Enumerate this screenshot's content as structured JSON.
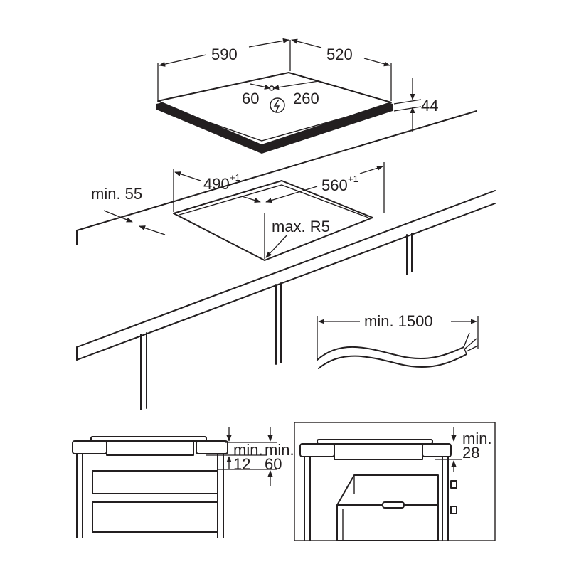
{
  "colors": {
    "line": "#231f20",
    "background": "#ffffff"
  },
  "hob": {
    "width_label": "590",
    "depth_label": "520",
    "height_label": "44",
    "cable_left_label": "60",
    "cable_right_label": "260",
    "power_icon": "lightning-bolt-icon"
  },
  "cutout": {
    "width_label": "490",
    "width_tolerance": "+1",
    "depth_label": "560",
    "depth_tolerance": "+1",
    "front_margin_label": "min. 55",
    "radius_label": "max. R5"
  },
  "cable": {
    "length_label": "min. 1500"
  },
  "left_section": {
    "clearance_top_min": "min.",
    "clearance_top_value": "12",
    "clearance_bottom_min": "min.",
    "clearance_bottom_value": "60"
  },
  "right_section": {
    "clearance_min": "min.",
    "clearance_value": "28"
  }
}
